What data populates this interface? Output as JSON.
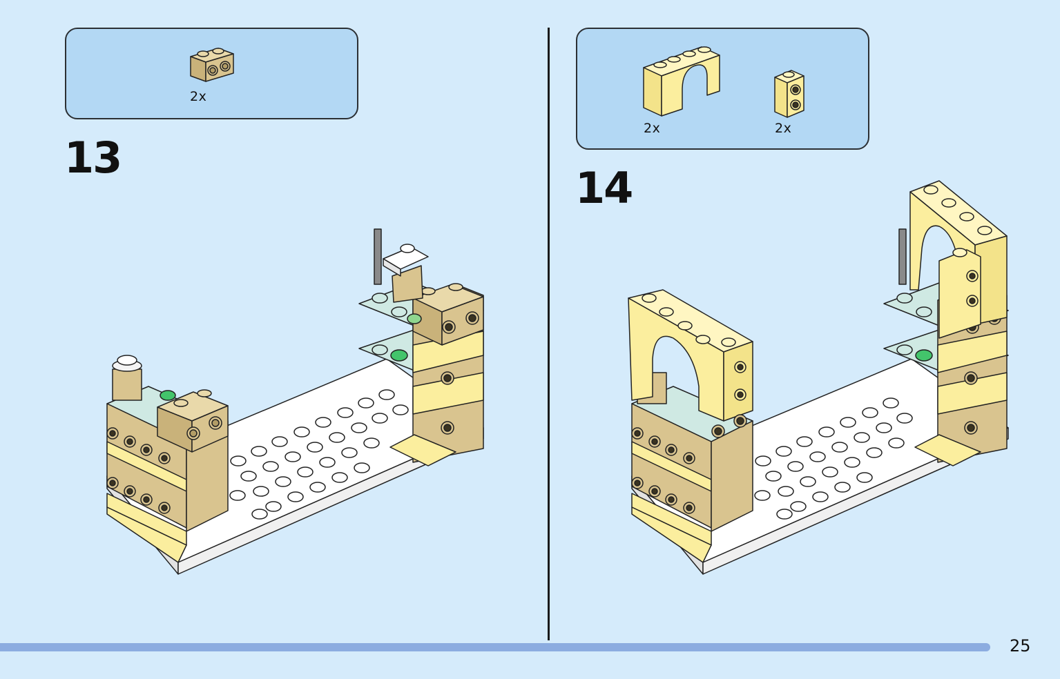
{
  "steps": [
    {
      "number": "13",
      "parts": [
        {
          "quantity": "2x",
          "part": "tan brick 1x2 with side studs"
        }
      ]
    },
    {
      "number": "14",
      "parts": [
        {
          "quantity": "2x",
          "part": "yellow arch 1x4x2"
        },
        {
          "quantity": "2x",
          "part": "yellow brick 1x1 with side studs"
        }
      ]
    }
  ],
  "page_number": "25",
  "colors": {
    "background": "#d5ebfb",
    "parts_box": "#b3d8f4",
    "tan": "#d9c48f",
    "yellow": "#fbee9e",
    "mint": "#cfe9e3",
    "footer_bar": "#8cace0"
  }
}
